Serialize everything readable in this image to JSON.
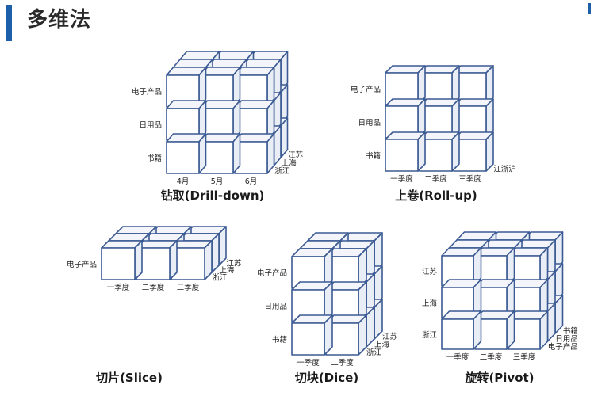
{
  "page_title": "多维法",
  "colors": {
    "accent": "#1d5fa8",
    "cube_stroke": "#3b5a93",
    "cube_fill": "#ffffff"
  },
  "dimensions": {
    "products": [
      "电子产品",
      "日用品",
      "书籍"
    ],
    "months": [
      "4月",
      "5月",
      "6月"
    ],
    "regions": [
      "江苏",
      "上海",
      "浙江"
    ],
    "quarters": [
      "一季度",
      "二季度",
      "三季度"
    ],
    "rolled_region": "江浙沪"
  },
  "panels": [
    {
      "id": "drill-down",
      "title": "钻取(Drill-down)",
      "rows": [
        "电子产品",
        "日用品",
        "书籍"
      ],
      "cols": [
        "4月",
        "5月",
        "6月"
      ],
      "depth": [
        "江苏",
        "上海",
        "浙江"
      ]
    },
    {
      "id": "roll-up",
      "title": "上卷(Roll-up)",
      "rows": [
        "电子产品",
        "日用品",
        "书籍"
      ],
      "cols": [
        "一季度",
        "二季度",
        "三季度"
      ],
      "depth": [
        "江浙沪"
      ]
    },
    {
      "id": "slice",
      "title": "切片(Slice)",
      "rows": [
        "电子产品"
      ],
      "cols": [
        "一季度",
        "二季度",
        "三季度"
      ],
      "depth": [
        "江苏",
        "上海",
        "浙江"
      ]
    },
    {
      "id": "dice",
      "title": "切块(Dice)",
      "rows": [
        "电子产品",
        "日用品",
        "书籍"
      ],
      "cols": [
        "一季度",
        "二季度"
      ],
      "depth": [
        "江苏",
        "上海",
        "浙江"
      ]
    },
    {
      "id": "pivot",
      "title": "旋转(Pivot)",
      "rows": [
        "江苏",
        "上海",
        "浙江"
      ],
      "cols": [
        "一季度",
        "二季度",
        "三季度"
      ],
      "depth": [
        "书籍",
        "日用品",
        "电子产品"
      ]
    }
  ]
}
